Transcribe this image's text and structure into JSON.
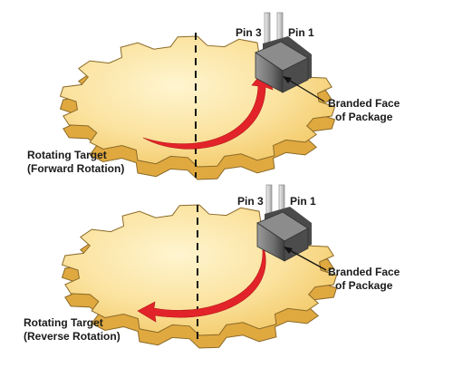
{
  "panels": [
    {
      "target_label_line1": "Rotating Target",
      "target_label_line2": "(Forward Rotation)",
      "pin_left": "Pin 3",
      "pin_right": "Pin 1",
      "face_label_line1": "Branded Face",
      "face_label_line2": "of Package",
      "rotation": "forward"
    },
    {
      "target_label_line1": "Rotating Target",
      "target_label_line2": "(Reverse Rotation)",
      "pin_left": "Pin 3",
      "pin_right": "Pin 1",
      "face_label_line1": "Branded Face",
      "face_label_line2": "of Package",
      "rotation": "reverse"
    }
  ],
  "colors": {
    "gear_top_center": "#FFF5D0",
    "gear_top_edge": "#F2C763",
    "gear_side": "#E0A940",
    "gear_outline": "#8A6A28",
    "arrow": "#E3232A",
    "package": "#6E6E6E",
    "package_dark": "#3E3E3E",
    "pins": "#DADADA",
    "axis_line": "#111111",
    "text": "#1a1a1a"
  },
  "icons": {
    "gear": "gear-target-icon",
    "arrow": "rotation-arrow-icon",
    "sensor": "hall-sensor-package-icon"
  }
}
